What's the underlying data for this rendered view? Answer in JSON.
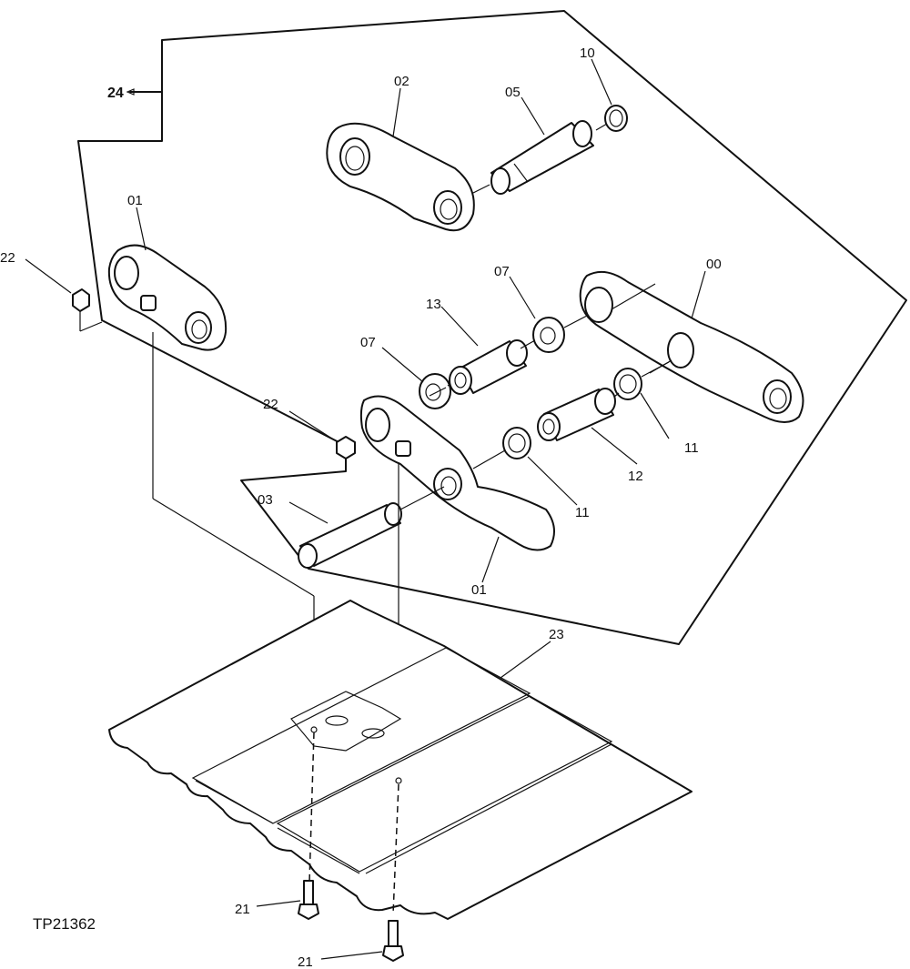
{
  "figure_id": "TP21362",
  "callouts": {
    "c24": "24",
    "c02": "02",
    "c05": "05",
    "c10": "10",
    "c01a": "01",
    "c22a": "22",
    "c07a": "07",
    "c13": "13",
    "c00": "00",
    "c07b": "07",
    "c22b": "22",
    "c11a": "11",
    "c11b": "11",
    "c12": "12",
    "c03": "03",
    "c01b": "01",
    "c23": "23",
    "c21a": "21",
    "c21b": "21"
  }
}
